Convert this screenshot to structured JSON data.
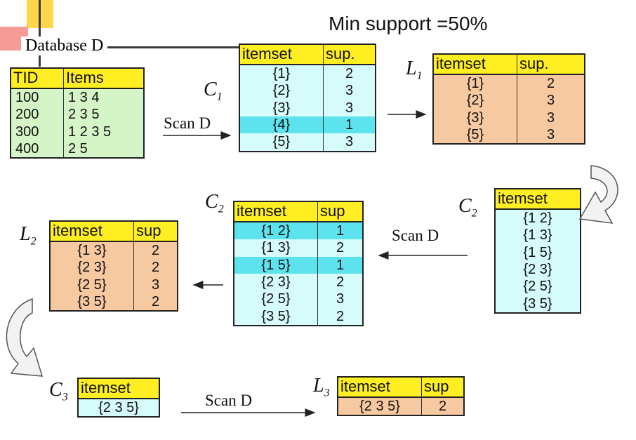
{
  "min_support_text": "Min support =50%",
  "database_label": "Database D",
  "scan_label": "Scan D",
  "labels": {
    "C1": "C",
    "C1_sub": "1",
    "L1": "L",
    "L1_sub": "1",
    "C2a": "C",
    "C2a_sub": "2",
    "C2b": "C",
    "C2b_sub": "2",
    "L2": "L",
    "L2_sub": "2",
    "C3": "C",
    "C3_sub": "3",
    "L3": "L",
    "L3_sub": "3"
  },
  "database": {
    "headers": [
      "TID",
      "Items"
    ],
    "rows": [
      [
        "100",
        "1 3 4"
      ],
      [
        "200",
        "2 3 5"
      ],
      [
        "300",
        "1 2 3 5"
      ],
      [
        "400",
        "2 5"
      ]
    ]
  },
  "c1": {
    "headers": [
      "itemset",
      "sup."
    ],
    "rows": [
      [
        "{1}",
        "2"
      ],
      [
        "{2}",
        "3"
      ],
      [
        "{3}",
        "3"
      ],
      [
        "{4}",
        "1"
      ],
      [
        "{5}",
        "3"
      ]
    ]
  },
  "l1": {
    "headers": [
      "itemset",
      "sup."
    ],
    "rows": [
      [
        "{1}",
        "2"
      ],
      [
        "{2}",
        "3"
      ],
      [
        "{3}",
        "3"
      ],
      [
        "{5}",
        "3"
      ]
    ]
  },
  "c2_itemsets": {
    "headers": [
      "itemset"
    ],
    "rows": [
      [
        "{1 2}"
      ],
      [
        "{1 3}"
      ],
      [
        "{1 5}"
      ],
      [
        "{2 3}"
      ],
      [
        "{2 5}"
      ],
      [
        "{3 5}"
      ]
    ]
  },
  "c2_counts": {
    "headers": [
      "itemset",
      "sup"
    ],
    "rows": [
      [
        "{1 2}",
        "1"
      ],
      [
        "{1 3}",
        "2"
      ],
      [
        "{1 5}",
        "1"
      ],
      [
        "{2 3}",
        "2"
      ],
      [
        "{2 5}",
        "3"
      ],
      [
        "{3 5}",
        "2"
      ]
    ]
  },
  "l2": {
    "headers": [
      "itemset",
      "sup"
    ],
    "rows": [
      [
        "{1 3}",
        "2"
      ],
      [
        "{2 3}",
        "2"
      ],
      [
        "{2 5}",
        "3"
      ],
      [
        "{3 5}",
        "2"
      ]
    ]
  },
  "c3": {
    "headers": [
      "itemset"
    ],
    "rows": [
      [
        "{2 3 5}"
      ]
    ]
  },
  "l3": {
    "headers": [
      "itemset",
      "sup"
    ],
    "rows": [
      [
        "{2 3 5}",
        "2"
      ]
    ]
  }
}
